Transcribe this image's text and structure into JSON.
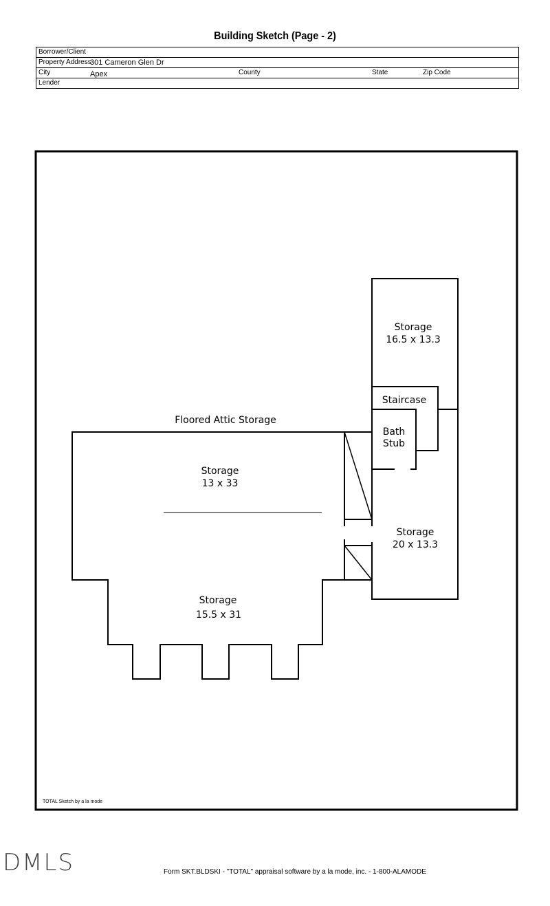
{
  "title": "Building Sketch (Page - 2)",
  "header": {
    "borrower_label": "Borrower/Client",
    "address_label": "Property Address",
    "address": "301 Cameron Glen Dr",
    "city_label": "City",
    "city": "Apex",
    "county_label": "County",
    "state_label": "State",
    "zip_label": "Zip Code",
    "lender_label": "Lender"
  },
  "sketch": {
    "attic_label": "Floored Attic Storage",
    "rooms": [
      {
        "name": "Storage",
        "dims": "16.5 x 13.3"
      },
      {
        "name": "Staircase"
      },
      {
        "name": "Bath",
        "name2": "Stub"
      },
      {
        "name": "Storage",
        "dims": "13 x 33"
      },
      {
        "name": "Storage",
        "dims": "20 x 13.3"
      },
      {
        "name": "Storage",
        "dims": "15.5 x 31"
      }
    ],
    "credit": "TOTAL Sketch by a la mode"
  },
  "logo": "DMLS",
  "footer": "Form SKT.BLDSKI - \"TOTAL\" appraisal software by a la mode, inc. - 1-800-ALAMODE"
}
